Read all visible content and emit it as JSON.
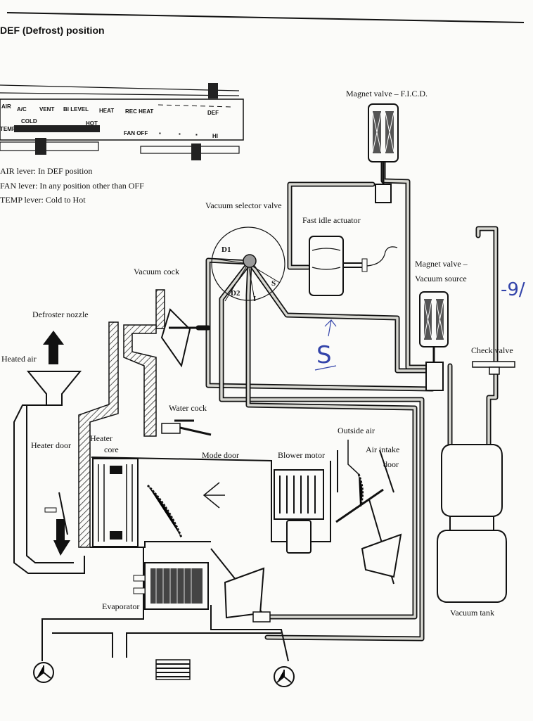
{
  "title": "DEF (Defrost) position",
  "panel": {
    "air_label": "AIR",
    "positions": [
      "A/C",
      "VENT",
      "BI LEVEL",
      "HEAT",
      "REC HEAT",
      "DEF"
    ],
    "temp_label": "TEMP",
    "cold": "COLD",
    "hot": "HOT",
    "fan_off": "FAN OFF",
    "fan_hi": "HI"
  },
  "notes": [
    "AIR lever:  In DEF position",
    "FAN lever:  In any position other than OFF",
    "TEMP lever:  Cold to Hot"
  ],
  "labels": {
    "magnet_ficd": "Magnet valve – F.I.C.D.",
    "vacuum_selector": "Vacuum selector valve",
    "fast_idle": "Fast idle actuator",
    "magnet_vac_1": "Magnet valve –",
    "magnet_vac_2": "Vacuum source",
    "vacuum_cock": "Vacuum cock",
    "defroster_nozzle": "Defroster nozzle",
    "heated_air": "Heated air",
    "check_valve": "Check valve",
    "water_cock": "Water cock",
    "outside_air": "Outside air",
    "air_intake_1": "Air intake",
    "air_intake_2": "door",
    "heater_door": "Heater door",
    "heater_core_1": "Heater",
    "heater_core_2": "core",
    "mode_door": "Mode door",
    "blower_motor": "Blower motor",
    "evaporator": "Evaporator",
    "vacuum_tank": "Vacuum tank",
    "d1": "D1",
    "d2": "D2",
    "port_i": "I",
    "port_s": "S"
  },
  "handwriting": {
    "letter_s": "S",
    "margin": "-9/"
  }
}
